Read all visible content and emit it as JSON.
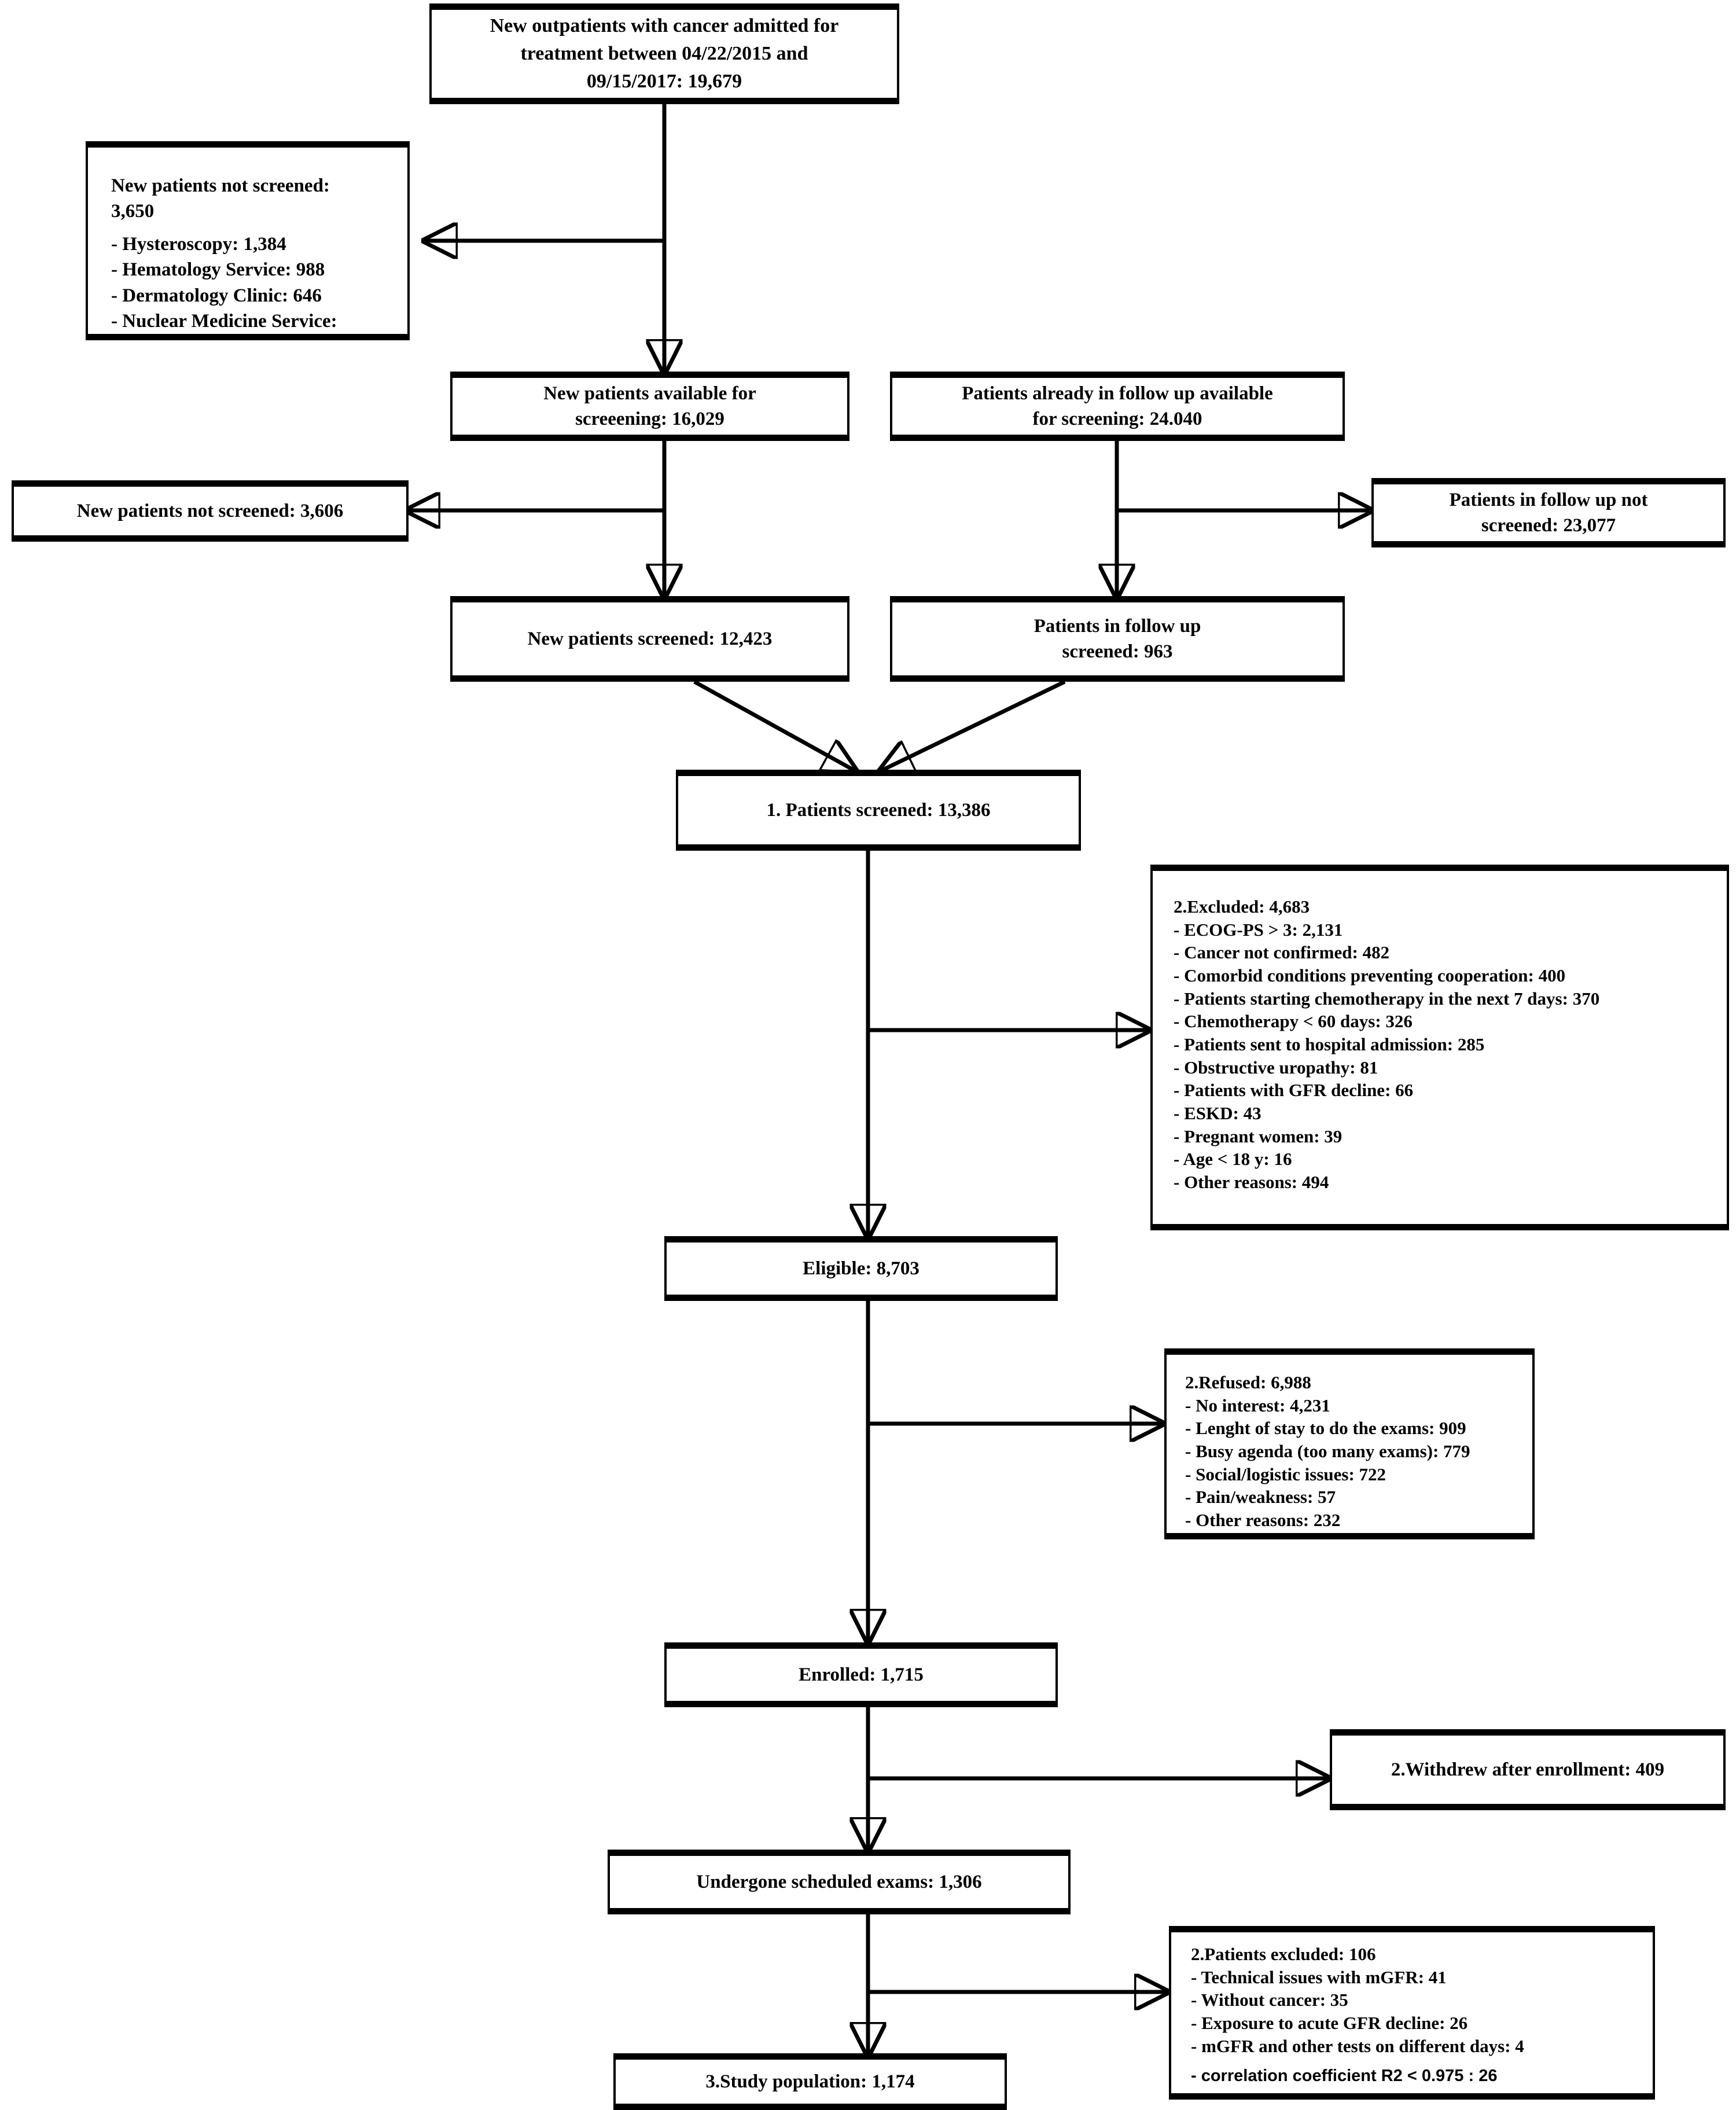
{
  "figure": {
    "type": "flowchart",
    "title": "Patient screening, eligibility and enrollment flow diagram",
    "accent_color": "#000000",
    "background_color": "#ffffff"
  },
  "nodes": {
    "admitted": {
      "id": "admitted",
      "lines": [
        "New outpatients with cancer admitted for",
        "treatment between 04/22/2015 and",
        "09/15/2017: 19,679"
      ],
      "value": "19,679"
    },
    "new_not_screened_top": {
      "id": "new-patients-not-screened-detail",
      "heading_lines": [
        "New patients not screened:",
        "3,650"
      ],
      "value": "3,650",
      "items": [
        "- Hysteroscopy: 1,384",
        "- Hematology Service: 988",
        "- Dermatology Clinic: 646",
        "- Nuclear Medicine Service:"
      ]
    },
    "new_available": {
      "id": "new-patients-available",
      "lines": [
        "New patients available for",
        "screeening: 16,029"
      ],
      "value": "16,029"
    },
    "followup_available": {
      "id": "followup-patients-available",
      "lines": [
        "Patients already in follow up available",
        "for screening: 24.040"
      ],
      "value": "24.040"
    },
    "new_not_screened": {
      "id": "new-patients-not-screened",
      "lines": [
        "New patients not screened: 3,606"
      ],
      "value": "3,606"
    },
    "followup_not_screened": {
      "id": "followup-patients-not-screened",
      "lines": [
        "Patients in follow up not",
        "screened: 23,077"
      ],
      "value": "23,077"
    },
    "new_screened": {
      "id": "new-patients-screened",
      "lines": [
        "New patients screened: 12,423"
      ],
      "value": "12,423"
    },
    "followup_screened": {
      "id": "followup-patients-screened",
      "lines": [
        "Patients in follow up",
        "screened: 963"
      ],
      "value": "963"
    },
    "screened_total": {
      "id": "patients-screened-total",
      "lines": [
        "1. Patients screened: 13,386"
      ],
      "value": "13,386"
    },
    "excluded": {
      "id": "excluded",
      "heading": "2.Excluded: 4,683",
      "value": "4,683",
      "items": [
        "- ECOG-PS > 3: 2,131",
        "- Cancer not confirmed: 482",
        "- Comorbid conditions preventing cooperation: 400",
        "- Patients starting chemotherapy in the next 7 days: 370",
        "- Chemotherapy < 60 days: 326",
        "- Patients sent to hospital admission: 285",
        "- Obstructive uropathy: 81",
        "- Patients with GFR decline: 66",
        "- ESKD: 43",
        "- Pregnant women: 39",
        "- Age < 18 y: 16",
        "- Other reasons: 494"
      ]
    },
    "eligible": {
      "id": "eligible",
      "lines": [
        "Eligible: 8,703"
      ],
      "value": "8,703"
    },
    "refused": {
      "id": "refused",
      "heading": "2.Refused: 6,988",
      "value": "6,988",
      "items": [
        "- No interest: 4,231",
        "- Lenght of stay to do the exams: 909",
        "- Busy agenda (too many exams): 779",
        "- Social/logistic issues: 722",
        "- Pain/weakness: 57",
        "- Other reasons: 232"
      ]
    },
    "enrolled": {
      "id": "enrolled",
      "lines": [
        "Enrolled: 1,715"
      ],
      "value": "1,715"
    },
    "withdrew": {
      "id": "withdrew-after-enrollment",
      "lines": [
        "2.Withdrew after enrollment: 409"
      ],
      "value": "409"
    },
    "undergone": {
      "id": "undergone-scheduled-exams",
      "lines": [
        "Undergone scheduled exams: 1,306"
      ],
      "value": "1,306"
    },
    "patients_excluded": {
      "id": "patients-excluded",
      "heading": "2.Patients excluded: 106",
      "value": "106",
      "items": [
        "- Technical issues with mGFR: 41",
        "- Without cancer: 35",
        "- Exposure to acute GFR decline: 26",
        "- mGFR and other tests on different days: 4"
      ],
      "final_item": "- correlation coefficient R2 < 0.975 : 26"
    },
    "study_population": {
      "id": "study-population",
      "lines": [
        "3.Study population:  1,174"
      ],
      "value": "1,174"
    }
  },
  "chart_data": {
    "type": "flowchart",
    "title": "Study enrollment flow (CONSORT-style)",
    "stages": [
      {
        "label": "New outpatients with cancer admitted for treatment between 04/22/2015 and 09/15/2017",
        "value": 19679
      },
      {
        "label": "New patients available for screeening",
        "value": 16029
      },
      {
        "label": "Patients already in follow up available for screening",
        "value": 24040
      },
      {
        "label": "New patients screened",
        "value": 12423
      },
      {
        "label": "Patients in follow up screened",
        "value": 963
      },
      {
        "label": "1. Patients screened",
        "value": 13386
      },
      {
        "label": "Eligible",
        "value": 8703
      },
      {
        "label": "Enrolled",
        "value": 1715
      },
      {
        "label": "Undergone scheduled exams",
        "value": 1306
      },
      {
        "label": "3.Study population",
        "value": 1174
      }
    ],
    "exclusions": [
      {
        "label": "New patients not screened",
        "value": 3650,
        "breakdown": [
          {
            "label": "Hysteroscopy",
            "value": 1384
          },
          {
            "label": "Hematology Service",
            "value": 988
          },
          {
            "label": "Dermatology Clinic",
            "value": 646
          },
          {
            "label": "Nuclear Medicine Service",
            "value": null
          }
        ]
      },
      {
        "label": "New patients not screened",
        "value": 3606
      },
      {
        "label": "Patients in follow up not screened",
        "value": 23077
      },
      {
        "label": "2.Excluded",
        "value": 4683,
        "breakdown": [
          {
            "label": "ECOG-PS > 3",
            "value": 2131
          },
          {
            "label": "Cancer not confirmed",
            "value": 482
          },
          {
            "label": "Comorbid conditions preventing cooperation",
            "value": 400
          },
          {
            "label": "Patients starting chemotherapy in the next 7 days",
            "value": 370
          },
          {
            "label": "Chemotherapy < 60 days",
            "value": 326
          },
          {
            "label": "Patients sent to hospital admission",
            "value": 285
          },
          {
            "label": "Obstructive uropathy",
            "value": 81
          },
          {
            "label": "Patients with GFR decline",
            "value": 66
          },
          {
            "label": "ESKD",
            "value": 43
          },
          {
            "label": "Pregnant women",
            "value": 39
          },
          {
            "label": "Age < 18 y",
            "value": 16
          },
          {
            "label": "Other reasons",
            "value": 494
          }
        ]
      },
      {
        "label": "2.Refused",
        "value": 6988,
        "breakdown": [
          {
            "label": "No interest",
            "value": 4231
          },
          {
            "label": "Lenght of stay to do the exams",
            "value": 909
          },
          {
            "label": "Busy agenda (too many exams)",
            "value": 779
          },
          {
            "label": "Social/logistic issues",
            "value": 722
          },
          {
            "label": "Pain/weakness",
            "value": 57
          },
          {
            "label": "Other reasons",
            "value": 232
          }
        ]
      },
      {
        "label": "2.Withdrew after enrollment",
        "value": 409
      },
      {
        "label": "2.Patients excluded",
        "value": 106,
        "breakdown": [
          {
            "label": "Technical issues with mGFR",
            "value": 41
          },
          {
            "label": "Without cancer",
            "value": 35
          },
          {
            "label": "Exposure to acute GFR decline",
            "value": 26
          },
          {
            "label": "mGFR and other tests on different days",
            "value": 4
          },
          {
            "label": "correlation coefficient R2 < 0.975",
            "value": 26
          }
        ]
      }
    ]
  }
}
